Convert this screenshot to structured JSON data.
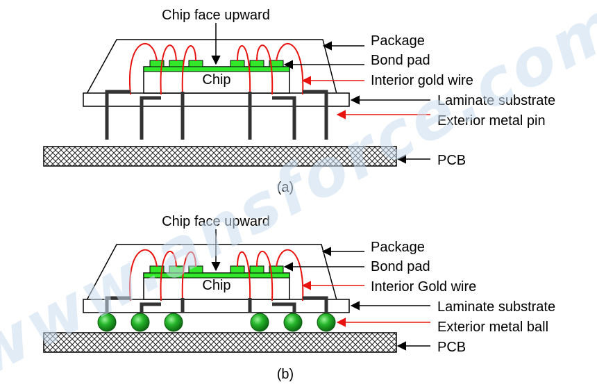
{
  "watermark": "www.ansforce.com",
  "colors": {
    "wire": "#e8130f",
    "pad": "#33e82a",
    "ball": "#1fa524",
    "arrow_black": "#000000",
    "arrow_red": "#e8130f",
    "lead": "#333333"
  },
  "diagram_a": {
    "caption": "(a)",
    "chip_face_label": "Chip face upward",
    "chip_label": "Chip",
    "callouts": {
      "package": "Package",
      "bond_pad": "Bond pad",
      "gold_wire": "Interior gold wire",
      "substrate": "Laminate substrate",
      "exterior": "Exterior metal pin",
      "pcb": "PCB"
    }
  },
  "diagram_b": {
    "caption": "(b)",
    "chip_face_label": "Chip face upward",
    "chip_label": "Chip",
    "callouts": {
      "package": "Package",
      "bond_pad": "Bond pad",
      "gold_wire": "Interior Gold wire",
      "substrate": "Laminate substrate",
      "exterior": "Exterior metal ball",
      "pcb": "PCB"
    }
  }
}
